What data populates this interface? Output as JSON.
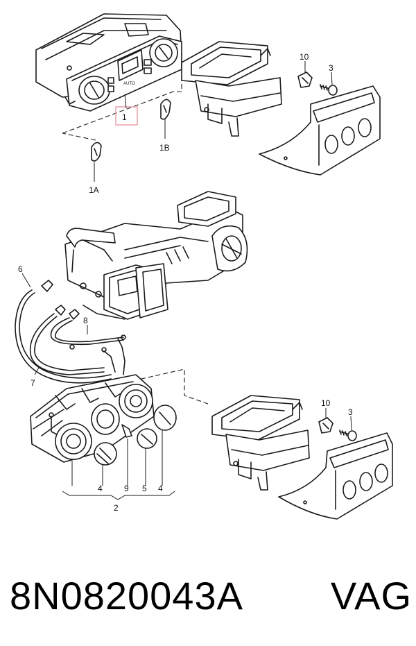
{
  "callouts": {
    "c1": "1",
    "c1a": "1A",
    "c1b": "1B",
    "c10_top": "10",
    "c3_top": "3",
    "c6": "6",
    "c7": "7",
    "c8": "8",
    "c10_bot": "10",
    "c3_bot": "3",
    "c4_left": "4",
    "c9": "9",
    "c5": "5",
    "c4_right": "4",
    "c2": "2"
  },
  "footer": {
    "part_number": "8N0820043A",
    "brand": "VAG"
  },
  "colors": {
    "highlight_box": "#e8a0a8",
    "line": "#1a1a1a"
  }
}
